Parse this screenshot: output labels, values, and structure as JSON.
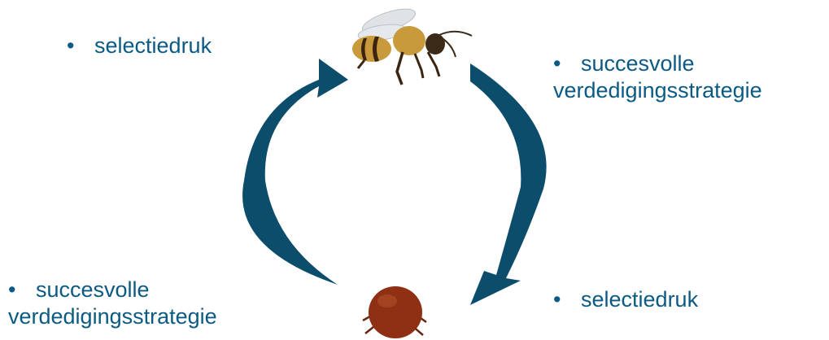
{
  "colors": {
    "text": "#0b5a84",
    "arrow": "#0d4d6c",
    "bee_body": "#c89a3c",
    "bee_stripe": "#3b2410",
    "mite_body": "#8f2f14"
  },
  "bullet": "•",
  "labels": {
    "top_left": {
      "line1": "selectiedruk"
    },
    "top_right": {
      "line1": "succesvolle",
      "line2": "verdedigingsstrategie"
    },
    "bottom_left": {
      "line1": "succesvolle",
      "line2": "verdedigingsstrategie"
    },
    "bottom_right": {
      "line1": "selectiedruk"
    }
  },
  "icons": {
    "top": "honeybee-image",
    "bottom": "varroa-mite-image"
  }
}
